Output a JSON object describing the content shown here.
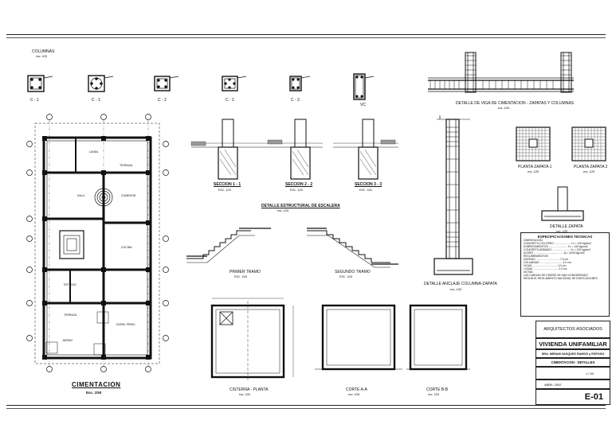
{
  "columns": {
    "heading": "COLUMNAS",
    "scale": "esc. 1/20",
    "labels": [
      "C - 1",
      "C - 1",
      "C - 2",
      "C - 2",
      "C - 3",
      "VC"
    ]
  },
  "beam_detail": {
    "title": "DETALLE DE VIGA DE CIMENTACION - ZAPATAS Y COLUMNAS",
    "scale": "esc. 1/25"
  },
  "foundation_plan": {
    "title": "CIMENTACION",
    "scale": "Esc. 1/50",
    "rooms": [
      "LAVAN.",
      "TERRAZA",
      "SALA",
      "COMEDOR",
      "COCINA",
      "ESTUDIO",
      "DORM. PRINC.",
      "JARDIN",
      "TERRAZA"
    ]
  },
  "sections": {
    "s1": "SECCION 1 - 1",
    "s2": "SECCION 2 - 2",
    "s3": "SECCION 3 - 3",
    "scale": "ESC. 1/20"
  },
  "stair": {
    "title": "DETALLE ESTRUCTURAL DE ESCALERA",
    "scale": "esc. 1/25",
    "first": "PRIMER TRAMO",
    "first_scale": "ESC. 1/25",
    "second": "SEGUNDO TRAMO",
    "second_scale": "ESC. 1/25"
  },
  "anchor": {
    "title": "DETALLE ANCLAJE COLUMNA-ZAPATA",
    "scale": "esc. 1/25"
  },
  "footings": {
    "z1": "PLANTA ZAPATA 1",
    "z1_scale": "esc. 1/25",
    "z2": "PLANTA ZAPATA 2",
    "z2_scale": "esc. 1/25",
    "detail": "DETALLE ZAPATA",
    "detail_scale": "esc. 1/25"
  },
  "cistern": {
    "plan": "CISTERNA - PLANTA",
    "cut_a": "CORTE A-A",
    "cut_b": "CORTE B-B",
    "scale": "esc. 1/25"
  },
  "specs": {
    "title": "ESPECIFICACIONES TECNICAS",
    "lines": [
      "CIMENTACION:",
      "CONCRETO CICLOPEO ...................... f'c = 100 kg/cm2",
      "SOBRECIMIENTOS ......................... f'c = 140 kg/cm2",
      "CONCRETO ARMADO ........................ f'c = 210 kg/cm2",
      "ACERO ....................................... fy = 4200 kg/cm2",
      "RECUBRIMIENTOS:",
      "  ZAPATAS ............................... 7.5 cm",
      "  COLUMNAS .............................. 4.0 cm",
      "  VIGAS ................................. 4.0 cm",
      "  LOSAS ................................. 2.0 cm",
      "NOTAS:",
      "LAS CARGAS DE DISEÑO SE HAN CONSIDERADO",
      "SEGUN EL REGLAMENTO NACIONAL DE EDIFICACIONES"
    ]
  },
  "title_block": {
    "firm": "ARQUITECTOS  ASOCIADOS",
    "project": "VIVIENDA UNIFAMILIAR",
    "owner": "SRA. MIRIAM VASQUEZ RAMOS y ESPOSO",
    "sheet_name": "CIMENTACION - DETALLES",
    "scale": "1 / 50",
    "date": "ABRIL  2002",
    "sheet": "E-01"
  }
}
